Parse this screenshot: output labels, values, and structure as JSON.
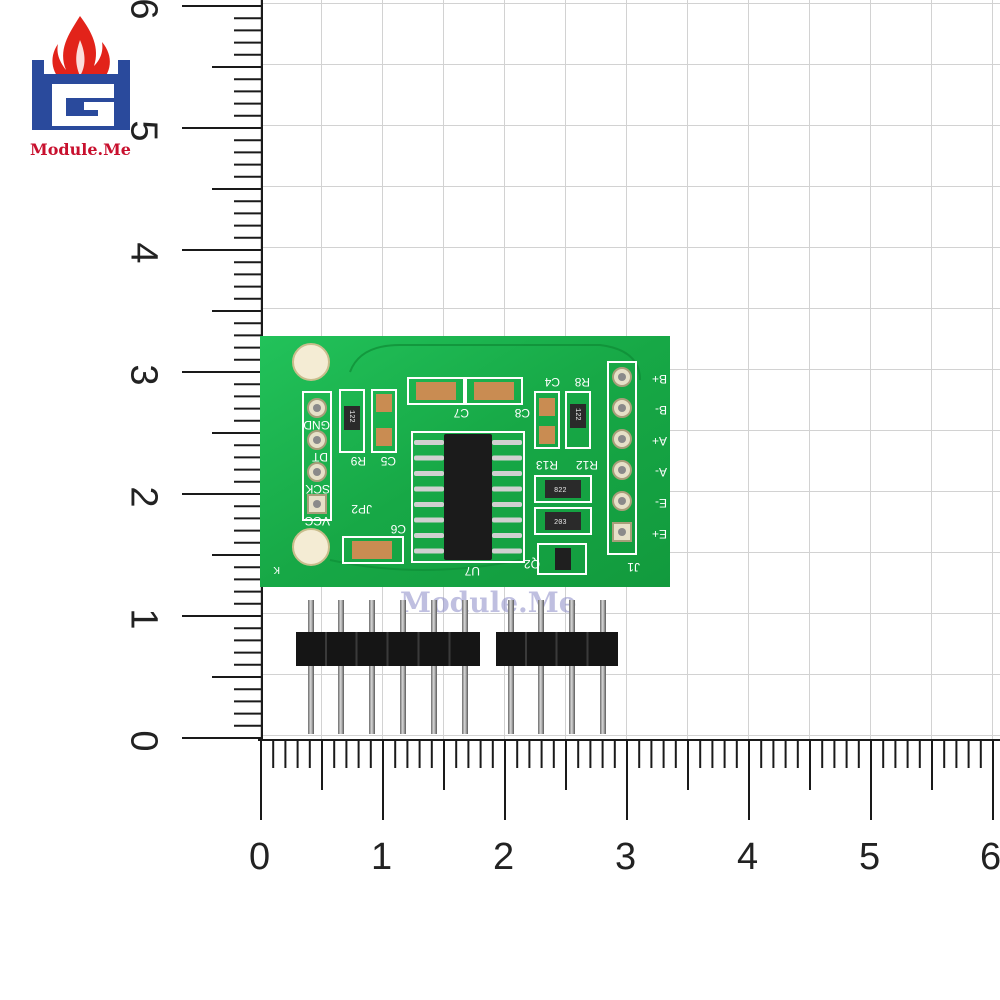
{
  "logo": {
    "text": "Module.Me",
    "watermark": "Module.Me"
  },
  "ruler": {
    "vertical_numbers": [
      "6",
      "5",
      "4",
      "3",
      "2",
      "1",
      "0"
    ],
    "horizontal_numbers": [
      "0",
      "1",
      "2",
      "3",
      "4",
      "5",
      "6"
    ]
  },
  "board": {
    "left_pins": [
      "VCC",
      "SCK",
      "DT",
      "GND"
    ],
    "right_pins": [
      "B+",
      "B-",
      "A+",
      "A-",
      "E-",
      "E+"
    ],
    "labels": {
      "jp2": "JP2",
      "j1": "J1",
      "u7": "U7",
      "q2": "Q2",
      "r9": "R9",
      "c5": "C5",
      "c7": "C7",
      "c8": "C8",
      "r8": "R8",
      "c4": "C4",
      "r12": "R12",
      "r13": "R13",
      "c6": "C6",
      "k": "K"
    },
    "resistor_codes": [
      "122",
      "122",
      "822",
      "203"
    ]
  },
  "colors": {
    "pcb": "#1bb24a",
    "logo_red": "#e2231a",
    "logo_blue": "#2a4a9c"
  }
}
